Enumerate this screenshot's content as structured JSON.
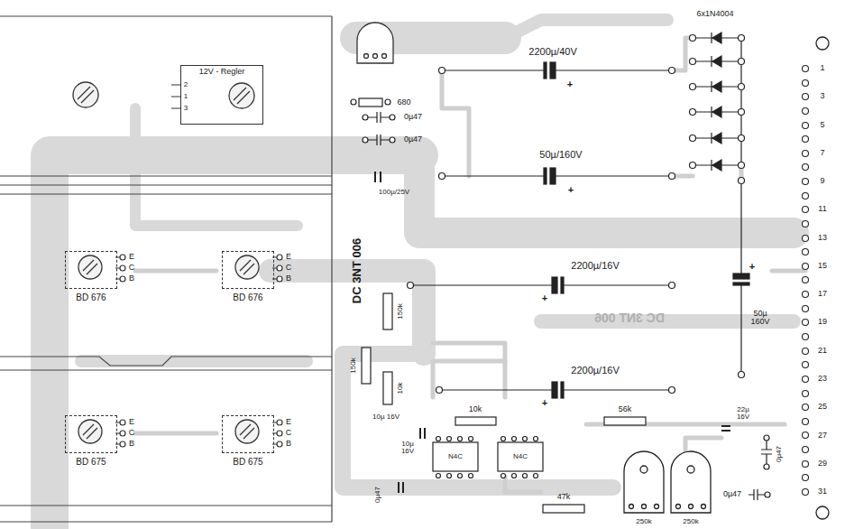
{
  "diagram": {
    "nodes": [
      {
        "text": [
          "12V - Regler"
        ]
      },
      {
        "text": [
          "BD 676"
        ]
      },
      {
        "text": [
          "BD 676"
        ]
      },
      {
        "text": [
          "BD 675"
        ]
      },
      {
        "text": [
          "BD 675"
        ]
      }
    ],
    "labels": [
      "6x1N4004",
      "2200µ/40V",
      "+",
      "680",
      "0µ47",
      "0µ47",
      "50µ/160V",
      "+",
      "100µ/25V",
      "DC 3NT 006",
      "2200µ/16V",
      "+",
      "+",
      "50µ 160V",
      "DC 3NT 006",
      "150k",
      "150k",
      "10k",
      "2200µ/16V",
      "+",
      "10k",
      "56k",
      "22µ 16V",
      "0µ47",
      "10µ 16V",
      "10µ 16V",
      "N4C",
      "N4C",
      "0µ47",
      "47k",
      "250k",
      "250k",
      "0µ47",
      "2",
      "1",
      "3",
      "E",
      "C",
      "B",
      "E",
      "C",
      "B",
      "E",
      "C",
      "B",
      "E",
      "C",
      "B",
      "1",
      "3",
      "5",
      "7",
      "9",
      "11",
      "13",
      "15",
      "17",
      "19",
      "21",
      "23",
      "25",
      "27",
      "29",
      "31"
    ]
  }
}
